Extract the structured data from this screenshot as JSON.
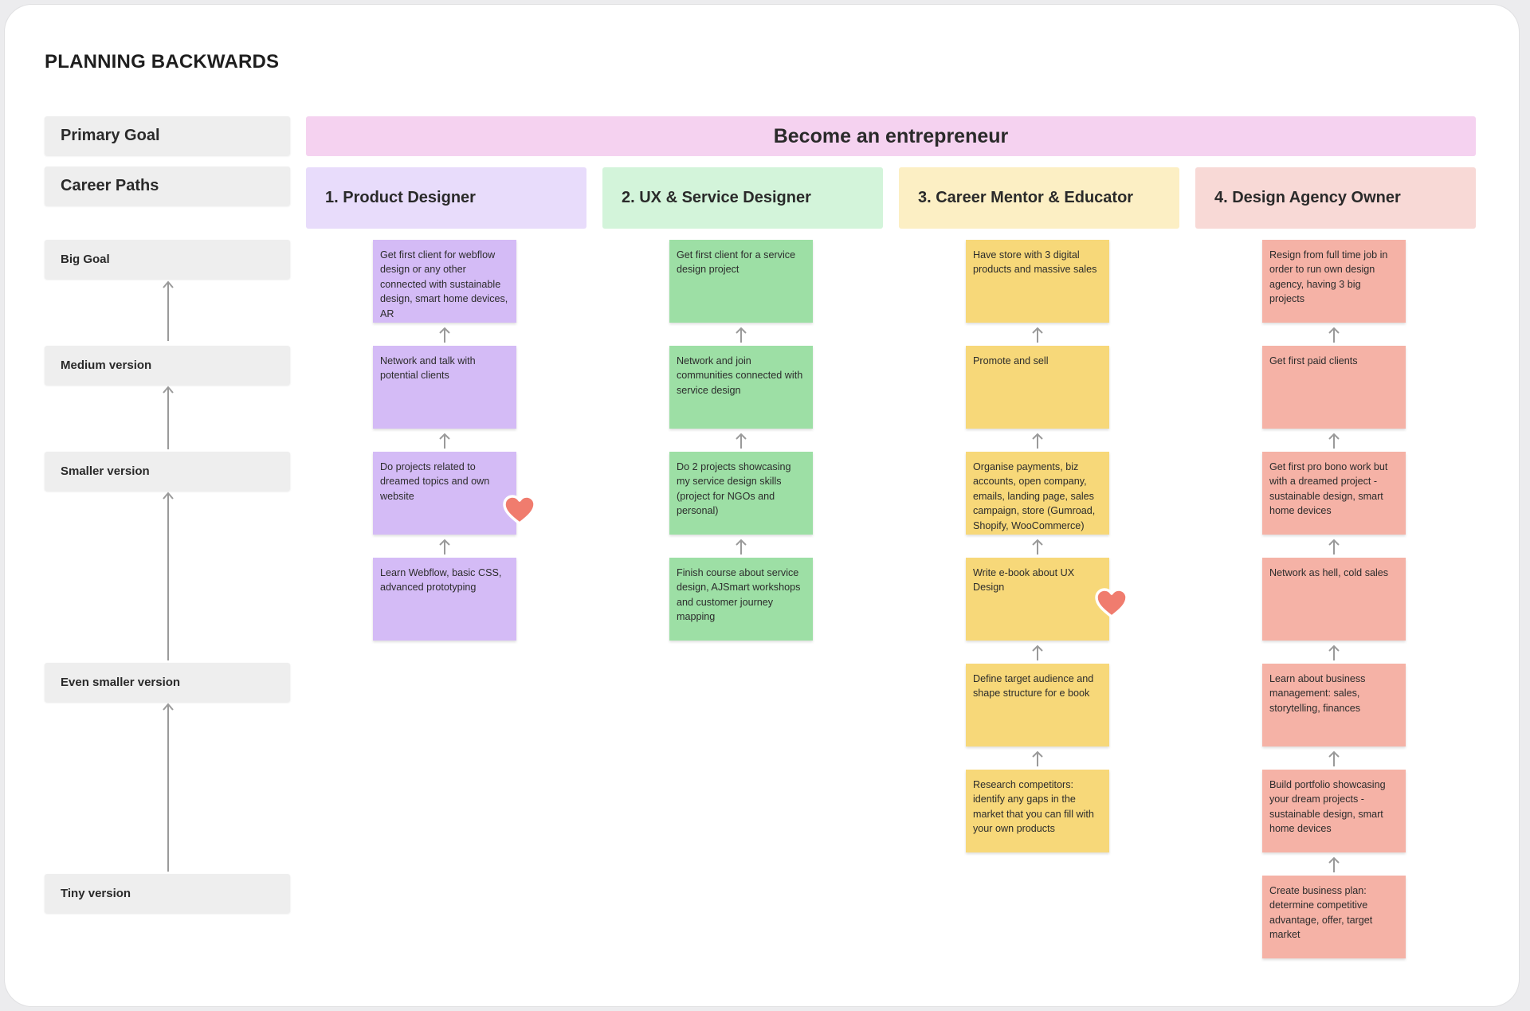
{
  "title": "PLANNING BACKWARDS",
  "colors": {
    "purple": "#d4bbf6",
    "green": "#9ddfa5",
    "yellow": "#f7d879",
    "red": "#f5b2a6",
    "banner": "#f5d2f0",
    "head_purple": "#e8dcfb",
    "head_green": "#d3f4da",
    "head_yellow": "#fcefc4",
    "head_red": "#f8d9d6",
    "heart": "#f07c6e"
  },
  "row_labels": {
    "primary_goal": "Primary Goal",
    "career_paths": "Career Paths",
    "big_goal": "Big Goal",
    "medium": "Medium version",
    "smaller": "Smaller version",
    "even_smaller": "Even smaller version",
    "tiny": "Tiny version"
  },
  "primary_goal": "Become an entrepreneur",
  "paths": [
    {
      "title": "1.  Product Designer",
      "notes": [
        "Get first client for webflow design or any other connected with sustainable design, smart home devices, AR",
        "Network and talk with potential clients",
        "Do projects related to dreamed topics and own website",
        "Learn Webflow, basic CSS, advanced prototyping"
      ],
      "favorite_note": 3
    },
    {
      "title": "2. UX & Service Designer",
      "notes": [
        "Get first client for a service design project",
        "Network and join communities connected with service design",
        "Do 2 projects showcasing my service design skills (project for NGOs and personal)",
        "Finish course about service design, AJSmart workshops and customer journey mapping"
      ]
    },
    {
      "title": "3. Career Mentor & Educator",
      "notes": [
        "Have store with 3 digital products and massive sales",
        "Promote and sell",
        "Organise payments, biz accounts, open company, emails, landing page, sales campaign, store (Gumroad, Shopify, WooCommerce)",
        "Write e-book about UX Design",
        "Define target audience and shape structure for e book",
        "Research competitors: identify any gaps in the market that you can fill with your own products"
      ],
      "favorite_note": 4
    },
    {
      "title": "4. Design Agency Owner",
      "notes": [
        "Resign from full time job in order to run own design agency, having 3 big projects",
        "Get first paid clients",
        "Get first pro bono work but with a dreamed project - sustainable design, smart home devices",
        "Network as hell, cold sales",
        "Learn about business management: sales, storytelling, finances",
        "Build portfolio showcasing your dream projects - sustainable design, smart home devices",
        "Create business plan: determine competitive advantage, offer, target market"
      ]
    }
  ]
}
